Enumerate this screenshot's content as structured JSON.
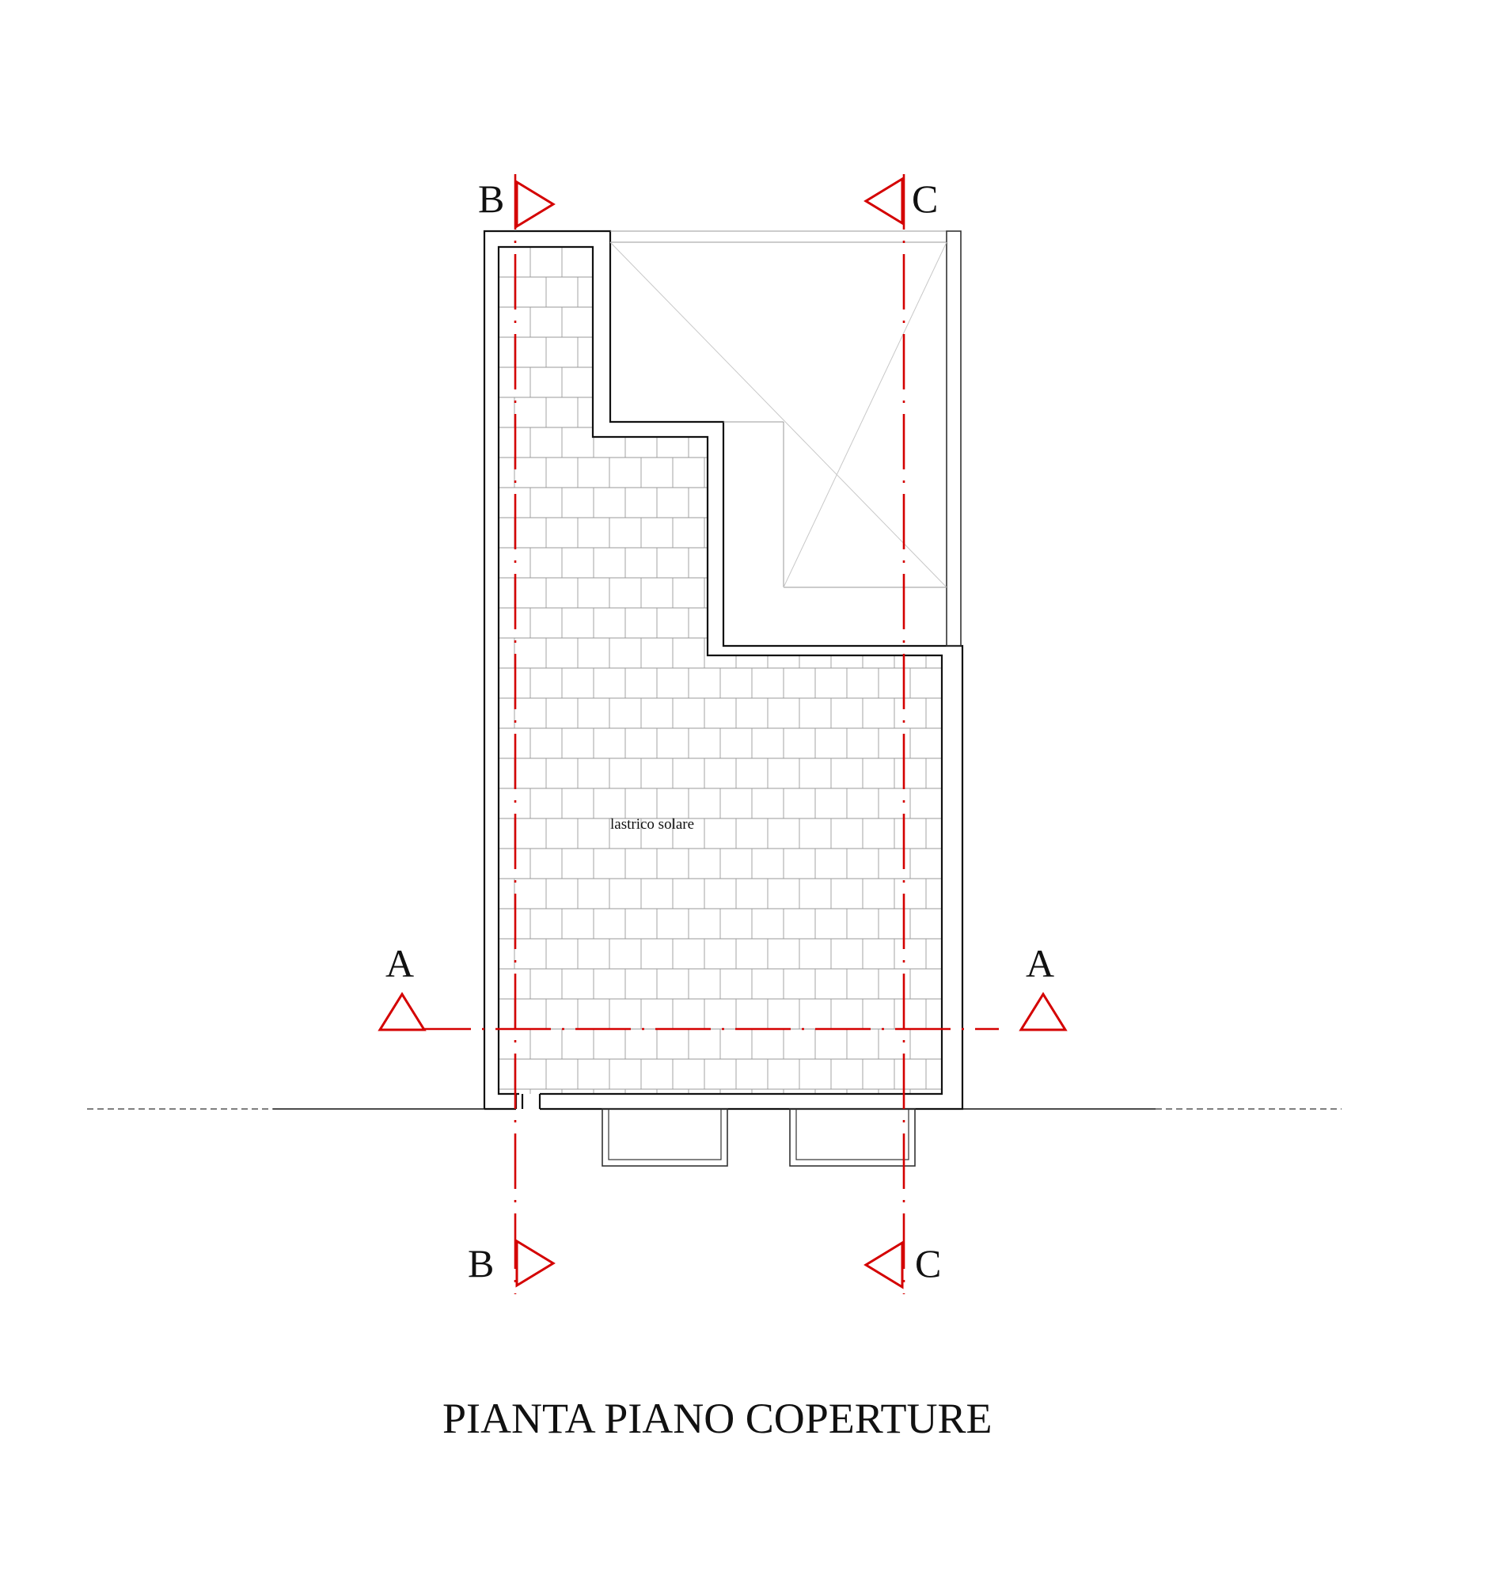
{
  "drawing": {
    "title": "PIANTA PIANO COPERTURE",
    "room_label": "lastrico solare",
    "sections": {
      "A": "A",
      "B": "B",
      "C": "C"
    },
    "colors": {
      "section_line": "#d40000",
      "walls": "#111111",
      "tile_grid": "#9a9a9a",
      "background": "#ffffff"
    }
  }
}
